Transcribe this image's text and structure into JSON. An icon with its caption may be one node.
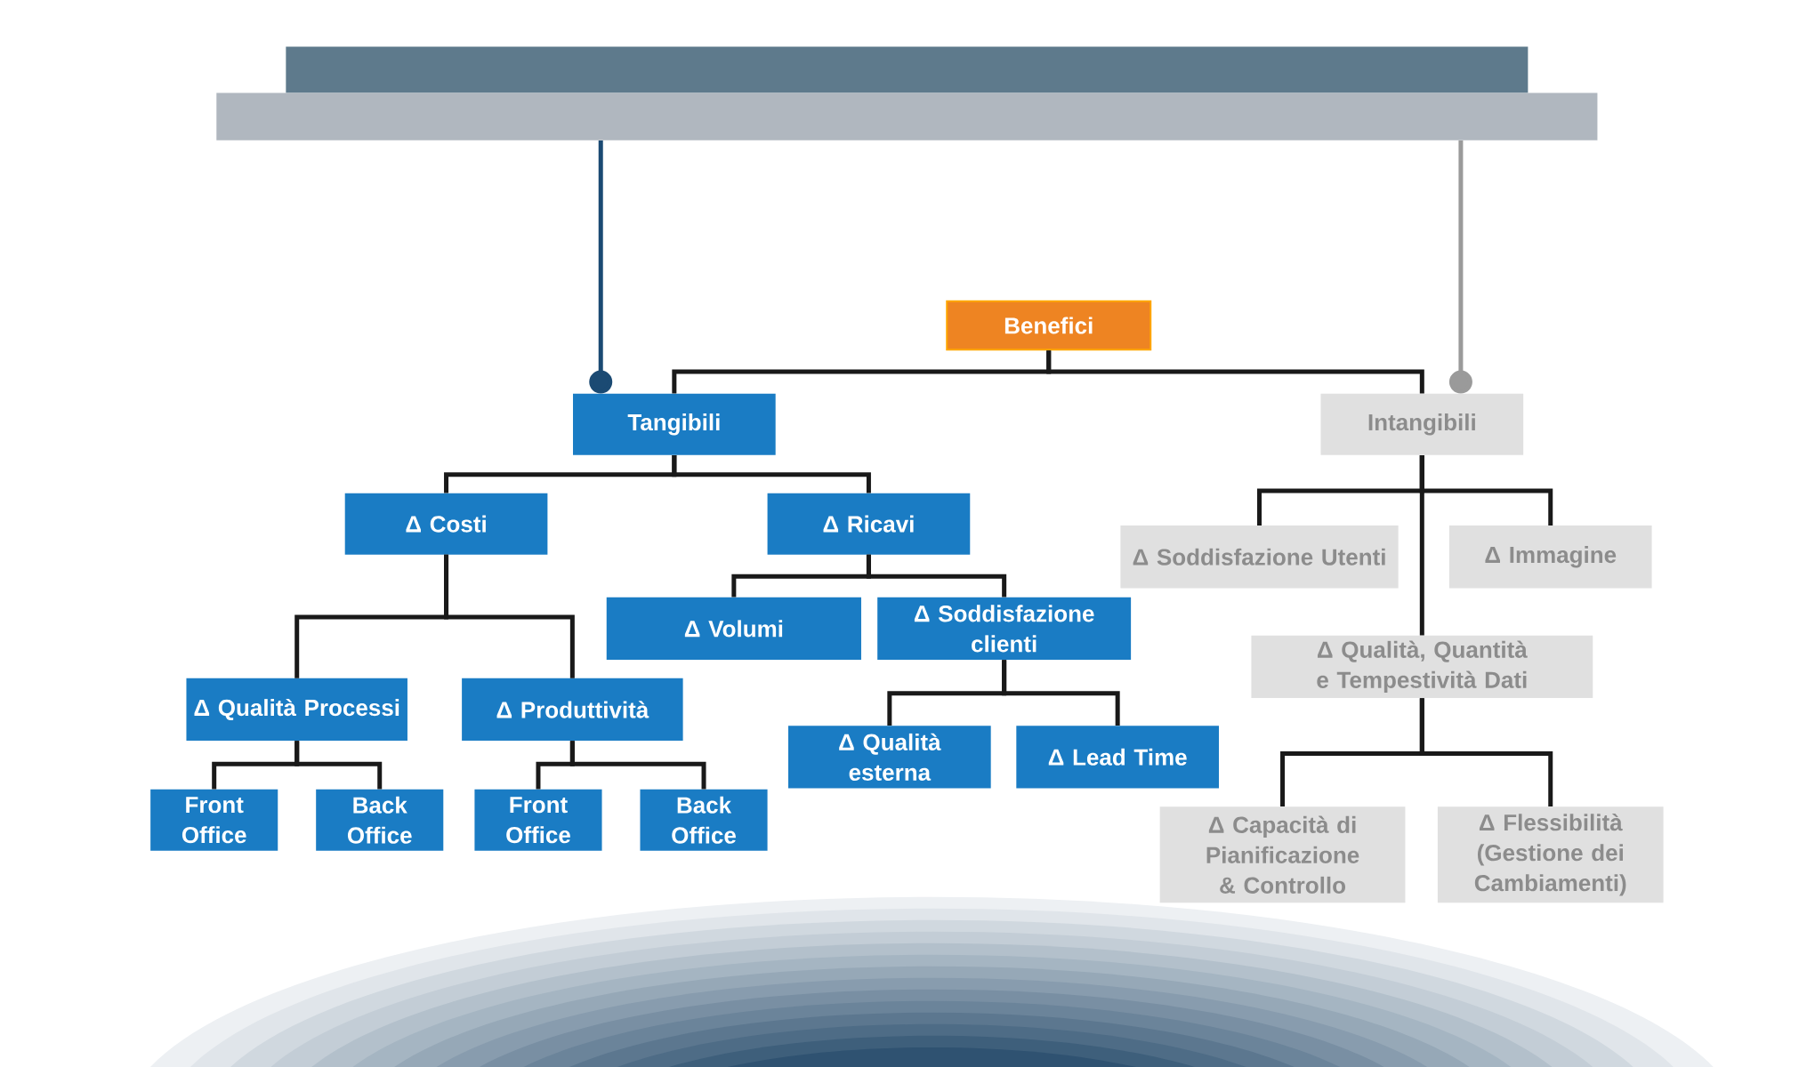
{
  "diagram": {
    "nodes": [
      {
        "text": [],
        "shape": "bar"
      },
      {
        "text": [
          "Benefici"
        ]
      },
      {
        "text": [
          "Tangibili"
        ]
      },
      {
        "text": [
          "Intangibili"
        ]
      },
      {
        "text": [
          "Δ Costi"
        ]
      },
      {
        "text": [
          "Δ Ricavi"
        ]
      },
      {
        "text": [
          "Δ Qualità Processi"
        ]
      },
      {
        "text": [
          "Δ Produttività"
        ]
      },
      {
        "text": [
          "Front Office"
        ]
      },
      {
        "text": [
          "Back Office"
        ]
      },
      {
        "text": [
          "Front Office"
        ]
      },
      {
        "text": [
          "Back Office"
        ]
      },
      {
        "text": [
          "Δ Volumi"
        ]
      },
      {
        "text": [
          "Δ Soddisfazione clienti"
        ]
      },
      {
        "text": [
          "Δ Qualità esterna"
        ]
      },
      {
        "text": [
          "Δ Lead Time"
        ]
      },
      {
        "text": [
          "Δ Soddisfazione Utenti"
        ]
      },
      {
        "text": [
          "Δ Immagine"
        ]
      },
      {
        "text": [
          "Δ Qualità, Quantità e Tempestività Dati"
        ]
      },
      {
        "text": [
          "Δ Capacità di Pianificazione & Controllo"
        ]
      },
      {
        "text": [
          "Δ Flessibilità (Gestione dei Cambiamenti)"
        ]
      }
    ],
    "edges": [
      {
        "from": 0,
        "to": 2,
        "arrow": "other",
        "color": "#1b4a73"
      },
      {
        "from": 0,
        "to": 3,
        "arrow": "other",
        "color": "#9a9a9a"
      },
      {
        "from": 1,
        "to": 2,
        "arrow": "none"
      },
      {
        "from": 1,
        "to": 3,
        "arrow": "none"
      },
      {
        "from": 2,
        "to": 4,
        "arrow": "none"
      },
      {
        "from": 2,
        "to": 5,
        "arrow": "none"
      },
      {
        "from": 4,
        "to": 6,
        "arrow": "none"
      },
      {
        "from": 4,
        "to": 7,
        "arrow": "none"
      },
      {
        "from": 6,
        "to": 8,
        "arrow": "none"
      },
      {
        "from": 6,
        "to": 9,
        "arrow": "none"
      },
      {
        "from": 7,
        "to": 10,
        "arrow": "none"
      },
      {
        "from": 7,
        "to": 11,
        "arrow": "none"
      },
      {
        "from": 5,
        "to": 12,
        "arrow": "none"
      },
      {
        "from": 5,
        "to": 13,
        "arrow": "none"
      },
      {
        "from": 13,
        "to": 14,
        "arrow": "none"
      },
      {
        "from": 13,
        "to": 15,
        "arrow": "none"
      },
      {
        "from": 3,
        "to": 16,
        "arrow": "none"
      },
      {
        "from": 3,
        "to": 17,
        "arrow": "none"
      },
      {
        "from": 3,
        "to": 18,
        "arrow": "none"
      },
      {
        "from": 18,
        "to": 19,
        "arrow": "none"
      },
      {
        "from": 18,
        "to": 20,
        "arrow": "none"
      }
    ]
  }
}
